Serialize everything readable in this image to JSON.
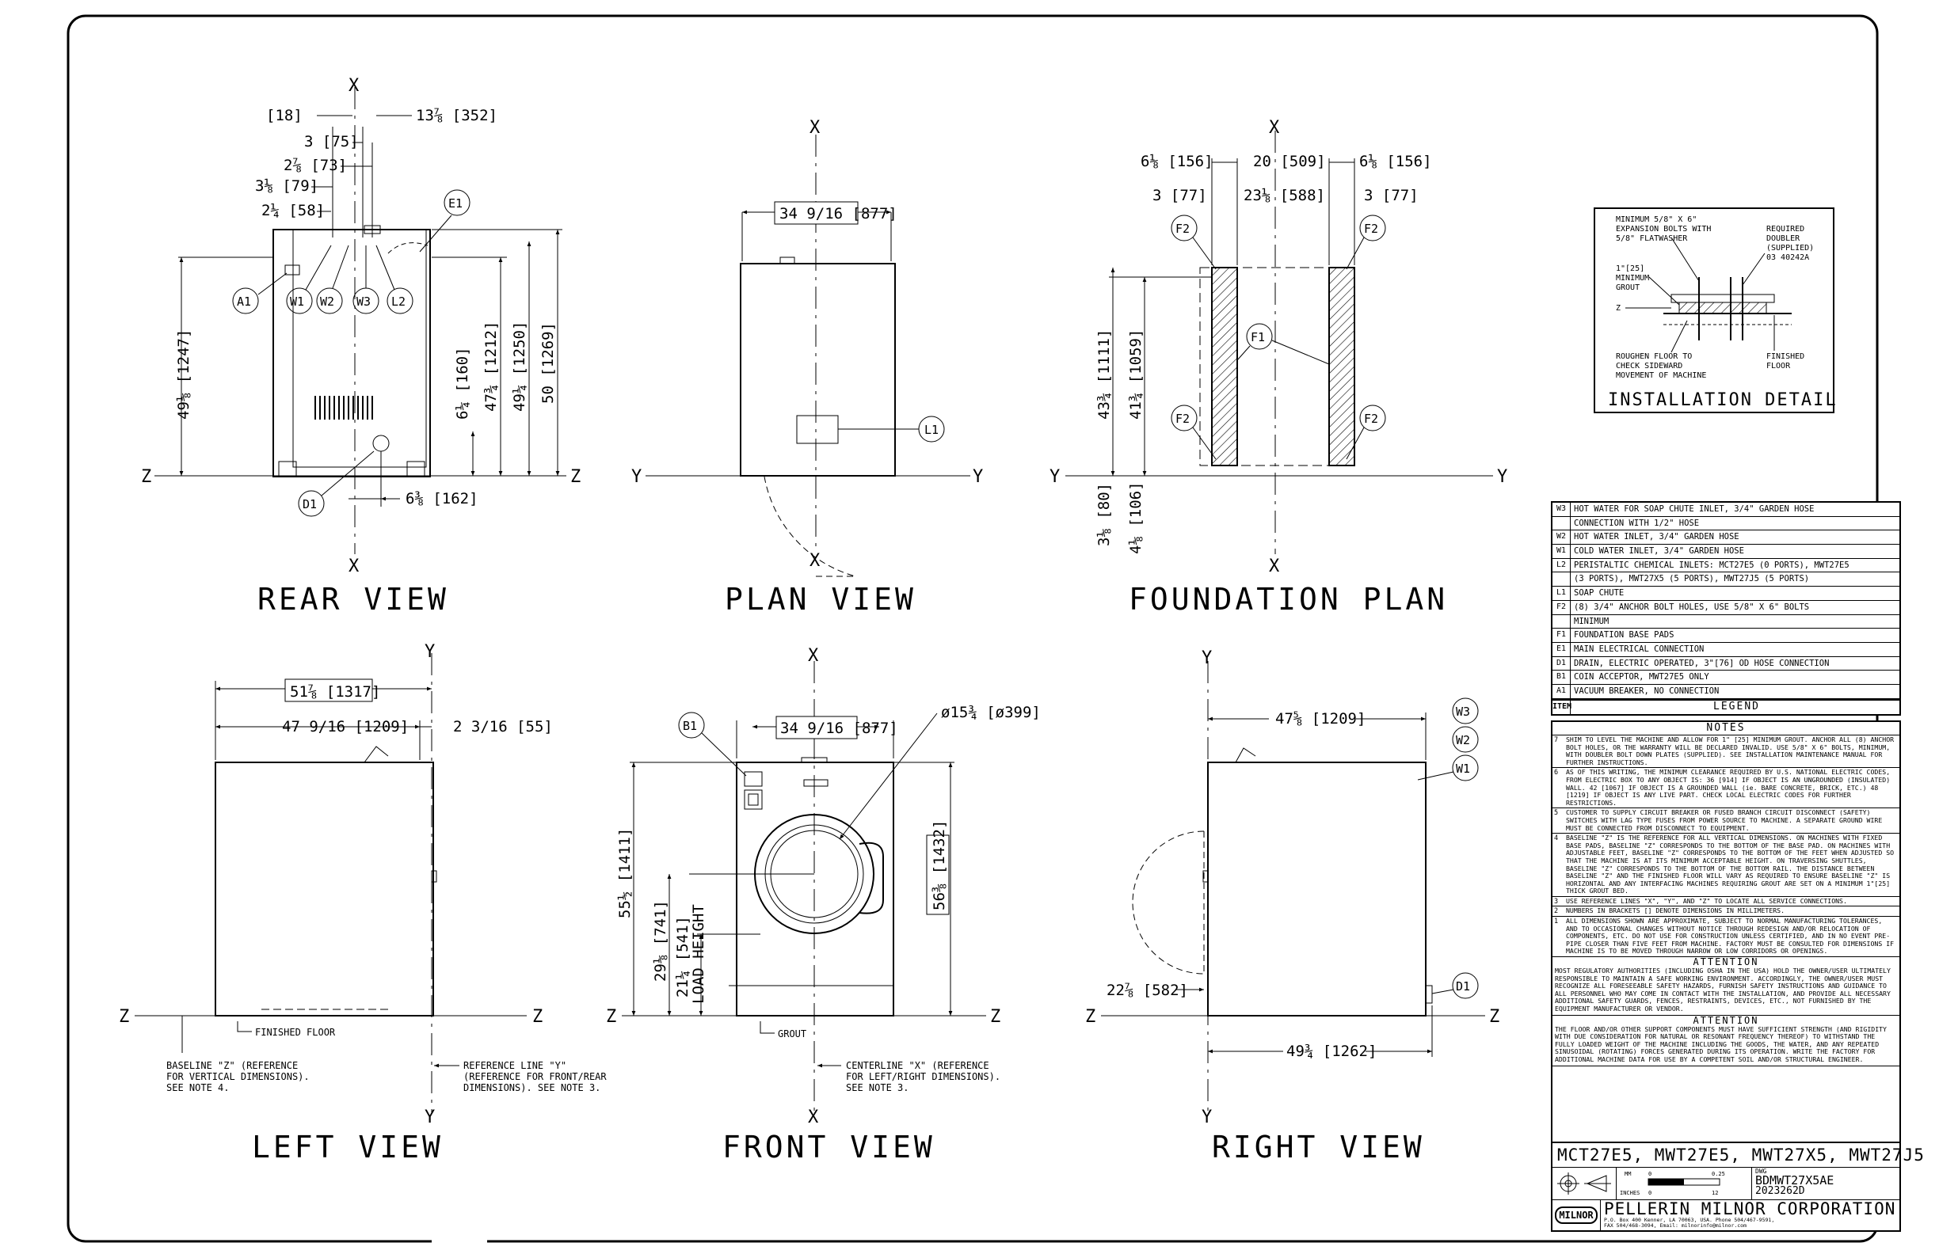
{
  "views": {
    "rear": "REAR VIEW",
    "plan": "PLAN VIEW",
    "foundation": "FOUNDATION PLAN",
    "left": "LEFT VIEW",
    "front": "FRONT VIEW",
    "right": "RIGHT VIEW"
  },
  "axes": {
    "x": "X",
    "y": "Y",
    "z": "Z"
  },
  "rear_dims": {
    "d18": "[18]",
    "d352": "13⅞ [352]",
    "d75": "3 [75]",
    "d73": "2⅞ [73]",
    "d79": "3⅛ [79]",
    "d58": "2¼ [58]",
    "d1247": "49⅛ [1247]",
    "d160": "6¼ [160]",
    "d1212": "47¾ [1212]",
    "d1250": "49¼ [1250]",
    "d1269": "50 [1269]",
    "d162": "6⅜ [162]"
  },
  "plan_dims": {
    "d877": "34 9/16 [877]"
  },
  "foundation_dims": {
    "d156a": "6⅛ [156]",
    "d509": "20 [509]",
    "d156b": "6⅛ [156]",
    "d77a": "3 [77]",
    "d588": "23⅛ [588]",
    "d77b": "3 [77]",
    "d1111": "43¾ [1111]",
    "d1059": "41¾ [1059]",
    "d80": "3⅛ [80]",
    "d106": "4⅛ [106]"
  },
  "left_dims": {
    "d1317": "51⅞ [1317]",
    "d1209": "47 9/16 [1209]",
    "d55": "2 3/16 [55]",
    "finished_floor": "FINISHED FLOOR",
    "baseline_note": [
      "BASELINE \"Z\" (REFERENCE",
      "FOR VERTICAL DIMENSIONS).",
      "SEE NOTE 4."
    ],
    "refline_note": [
      "REFERENCE LINE \"Y\"",
      "(REFERENCE FOR FRONT/REAR",
      "DIMENSIONS).   SEE NOTE 3."
    ]
  },
  "front_dims": {
    "d877": "34 9/16 [877]",
    "d399": "ø15¾ [ø399]",
    "d1411": "55½ [1411]",
    "d741": "29⅛ [741]",
    "d541": "21¼ [541]",
    "load_height": "LOAD HEIGHT",
    "d1432": "56⅜ [1432]",
    "grout": "GROUT",
    "centerline_note": [
      "CENTERLINE \"X\" (REFERENCE",
      "FOR LEFT/RIGHT DIMENSIONS).",
      "SEE NOTE 3."
    ]
  },
  "right_dims": {
    "d1209": "47⅝ [1209]",
    "d582": "22⅞ [582]",
    "d1262": "49¾ [1262]"
  },
  "callouts": [
    "A1",
    "W1",
    "W2",
    "W3",
    "L2",
    "E1",
    "D1",
    "L1",
    "F2",
    "F1",
    "B1"
  ],
  "install_detail": {
    "title": "INSTALLATION DETAIL",
    "bolts": [
      "MINIMUM 5/8\" X 6\"",
      "EXPANSION BOLTS WITH",
      "5/8\" FLATWASHER"
    ],
    "doubler": [
      "REQUIRED",
      "DOUBLER",
      "(SUPPLIED)",
      "03 40242A"
    ],
    "grout": [
      "1\"[25]",
      "MINIMUM",
      "GROUT"
    ],
    "z": "Z",
    "roughen": [
      "ROUGHEN FLOOR TO",
      "CHECK SIDEWARD",
      "MOVEMENT OF MACHINE"
    ],
    "finished": [
      "FINISHED",
      "FLOOR"
    ]
  },
  "legend": {
    "rows": [
      {
        "item": "W3",
        "desc": "HOT WATER FOR SOAP CHUTE INLET, 3/4\" GARDEN HOSE"
      },
      {
        "item": "",
        "desc": "CONNECTION WITH 1/2\" HOSE"
      },
      {
        "item": "W2",
        "desc": "HOT WATER INLET, 3/4\" GARDEN HOSE"
      },
      {
        "item": "W1",
        "desc": "COLD WATER INLET, 3/4\" GARDEN HOSE"
      },
      {
        "item": "L2",
        "desc": "PERISTALTIC CHEMICAL INLETS: MCT27E5 (0 PORTS), MWT27E5"
      },
      {
        "item": "",
        "desc": "(3 PORTS), MWT27X5 (5 PORTS), MWT27J5 (5 PORTS)"
      },
      {
        "item": "L1",
        "desc": "SOAP CHUTE"
      },
      {
        "item": "F2",
        "desc": "(8) 3/4\" ANCHOR BOLT HOLES, USE 5/8\" X 6\" BOLTS"
      },
      {
        "item": "",
        "desc": "MINIMUM"
      },
      {
        "item": "F1",
        "desc": "FOUNDATION BASE PADS"
      },
      {
        "item": "E1",
        "desc": "MAIN ELECTRICAL CONNECTION"
      },
      {
        "item": "D1",
        "desc": "DRAIN, ELECTRIC OPERATED, 3\"[76] OD HOSE CONNECTION"
      },
      {
        "item": "B1",
        "desc": "COIN ACCEPTOR, MWT27E5 ONLY"
      },
      {
        "item": "A1",
        "desc": "VACUUM BREAKER, NO CONNECTION"
      }
    ],
    "header_item": "ITEM",
    "header_desc": "LEGEND"
  },
  "notes": {
    "title": "NOTES",
    "items": [
      {
        "num": "7",
        "text": "SHIM TO LEVEL THE MACHINE AND ALLOW FOR 1\" [25] MINIMUM GROUT. ANCHOR ALL (8) ANCHOR BOLT HOLES, OR THE WARRANTY WILL BE DECLARED INVALID. USE 5/8\" X 6\" BOLTS, MINIMUM, WITH DOUBLER BOLT DOWN PLATES (SUPPLIED). SEE INSTALLATION MAINTENANCE MANUAL FOR FURTHER INSTRUCTIONS."
      },
      {
        "num": "6",
        "text": "AS OF THIS WRITING, THE MINIMUM CLEARANCE REQUIRED BY U.S. NATIONAL ELECTRIC CODES, FROM ELECTRIC BOX TO ANY OBJECT IS: 36 [914] IF OBJECT IS AN UNGROUNDED (INSULATED) WALL. 42 [1067] IF OBJECT IS A GROUNDED WALL (ie. BARE CONCRETE, BRICK, ETC.) 48 [1219] IF OBJECT IS ANY LIVE PART. CHECK LOCAL ELECTRIC CODES FOR FURTHER RESTRICTIONS."
      },
      {
        "num": "5",
        "text": "CUSTOMER TO SUPPLY CIRCUIT BREAKER OR FUSED BRANCH CIRCUIT DISCONNECT (SAFETY) SWITCHES WITH LAG TYPE FUSES FROM POWER SOURCE TO MACHINE. A SEPARATE GROUND WIRE MUST BE CONNECTED FROM DISCONNECT TO EQUIPMENT."
      },
      {
        "num": "4",
        "text": "BASELINE \"Z\" IS THE REFERENCE FOR ALL VERTICAL DIMENSIONS. ON MACHINES WITH FIXED BASE PADS, BASELINE \"Z\" CORRESPONDS TO THE BOTTOM OF THE BASE PAD. ON MACHINES WITH ADJUSTABLE FEET, BASELINE \"Z\" CORRESPONDS TO THE BOTTOM OF THE FEET WHEN ADJUSTED SO THAT THE MACHINE IS AT ITS MINIMUM ACCEPTABLE HEIGHT. ON TRAVERSING SHUTTLES, BASELINE \"Z\" CORRESPONDS TO THE BOTTOM OF THE BOTTOM RAIL. THE DISTANCE BETWEEN BASELINE \"Z\" AND THE FINISHED FLOOR WILL VARY AS REQUIRED TO ENSURE BASELINE \"Z\" IS HORIZONTAL AND ANY INTERFACING MACHINES REQUIRING GROUT ARE SET ON A MINIMUM 1\"[25] THICK GROUT BED."
      },
      {
        "num": "3",
        "text": "USE REFERENCE LINES \"X\", \"Y\", AND \"Z\" TO LOCATE ALL SERVICE CONNECTIONS."
      },
      {
        "num": "2",
        "text": "NUMBERS IN BRACKETS [] DENOTE DIMENSIONS IN MILLIMETERS."
      },
      {
        "num": "1",
        "text": "ALL DIMENSIONS SHOWN ARE APPROXIMATE, SUBJECT TO NORMAL MANUFACTURING TOLERANCES, AND TO OCCASIONAL CHANGES WITHOUT NOTICE THROUGH REDESIGN AND/OR RELOCATION OF COMPONENTS, ETC. DO NOT USE FOR CONSTRUCTION UNLESS CERTIFIED, AND IN NO EVENT PRE-PIPE CLOSER THAN FIVE FEET FROM MACHINE. FACTORY MUST BE CONSULTED FOR DIMENSIONS IF MACHINE IS TO BE MOVED THROUGH NARROW OR LOW CORRIDORS OR OPENINGS."
      }
    ],
    "attention1_title": "ATTENTION",
    "attention1_text": "MOST REGULATORY AUTHORITIES (INCLUDING OSHA IN THE USA) HOLD THE OWNER/USER ULTIMATELY RESPONSIBLE TO MAINTAIN A SAFE WORKING ENVIRONMENT. ACCORDINGLY, THE OWNER/USER MUST RECOGNIZE ALL FORESEEABLE SAFETY HAZARDS, FURNISH SAFETY INSTRUCTIONS AND GUIDANCE TO ALL PERSONNEL WHO MAY COME IN CONTACT WITH THE INSTALLATION, AND PROVIDE ALL NECESSARY ADDITIONAL SAFETY GUARDS, FENCES, RESTRAINTS, DEVICES, ETC., NOT FURNISHED BY THE EQUIPMENT MANUFACTURER OR VENDOR.",
    "attention2_title": "ATTENTION",
    "attention2_text": "THE FLOOR AND/OR OTHER SUPPORT COMPONENTS MUST HAVE SUFFICIENT STRENGTH (AND RIGIDITY WITH DUE CONSIDERATION FOR NATURAL OR RESONANT FREQUENCY THEREOF) TO WITHSTAND THE FULLY LOADED WEIGHT OF THE MACHINE INCLUDING THE GOODS, THE WATER, AND ANY REPEATED SINUSOIDAL (ROTATING) FORCES GENERATED DURING ITS OPERATION. WRITE THE FACTORY FOR ADDITIONAL MACHINE DATA FOR USE BY A COMPETENT SOIL AND/OR STRUCTURAL ENGINEER."
  },
  "title_block": {
    "models": "MCT27E5, MWT27E5, MWT27X5, MWT27J5",
    "scale_mm": "MM",
    "scale_inches": "INCHES",
    "scale_0a": "0",
    "scale_025": "0.25",
    "scale_0b": "0",
    "scale_12": "12",
    "dwg_label": "DWG",
    "dwg_number": "BDMWT27X5AE",
    "dwg_sub": "2023262D",
    "logo": "MILNOR",
    "company": "PELLERIN MILNOR CORPORATION",
    "address1": "P.O. Box 400 Kenner, LA 70063, USA. Phone 504/467-9591,",
    "address2": "FAX 504/468-3094, Email: milnorinfo@milnor.com"
  }
}
